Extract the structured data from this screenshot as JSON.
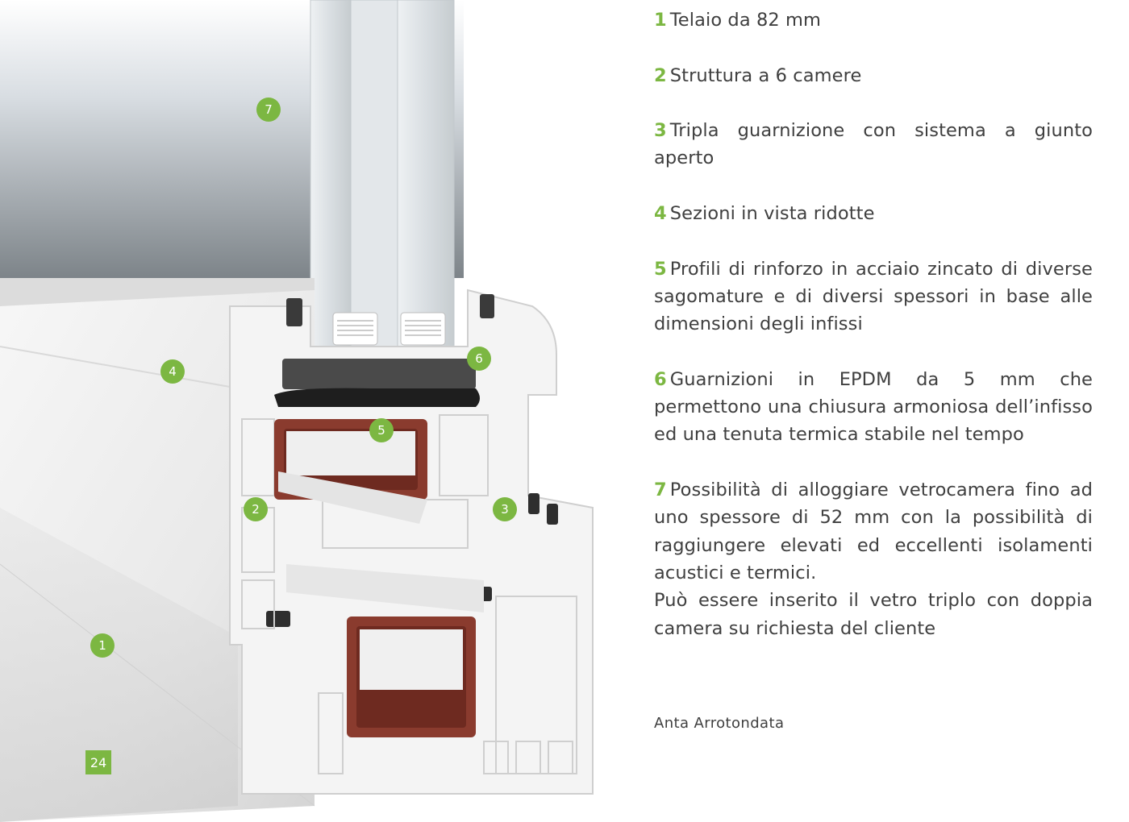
{
  "colors": {
    "accent": "#7cb742",
    "text": "#3f3f3f",
    "reinforcement": "#8a3b2e"
  },
  "markers": [
    "1",
    "2",
    "3",
    "4",
    "5",
    "6",
    "7"
  ],
  "page_number": "24",
  "features": [
    {
      "num": "1",
      "text": "Telaio da 82 mm"
    },
    {
      "num": "2",
      "text": "Struttura a 6 camere"
    },
    {
      "num": "3",
      "text": "Tripla guarnizione con sistema a giunto aperto"
    },
    {
      "num": "4",
      "text": "Sezioni in vista ridotte"
    },
    {
      "num": "5",
      "text": "Profili di rinforzo in acciaio zincato di diverse sagomature e di diversi spessori in base alle dimensioni degli infissi"
    },
    {
      "num": "6",
      "text": "Guarnizioni in EPDM da 5 mm che permettono una chiusura armoniosa dell’infisso ed una tenuta termica stabile nel tempo"
    },
    {
      "num": "7",
      "text": "Possibilità di alloggiare vetrocamera fino ad uno spessore di 52 mm con la possibilità di raggiungere elevati ed eccellenti isolamenti acustici e termici.",
      "text2": "Può essere inserito il vetro triplo con doppia camera su richiesta del cliente"
    }
  ],
  "caption": "Anta Arrotondata"
}
